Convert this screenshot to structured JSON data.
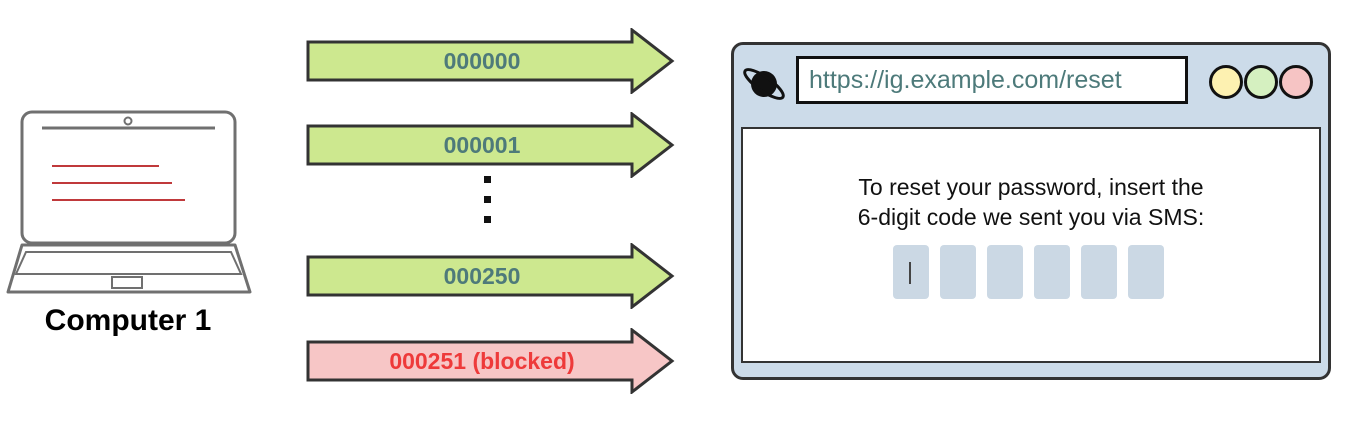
{
  "computer": {
    "label": "Computer 1"
  },
  "attempts": [
    {
      "code": "000000",
      "status": "allowed"
    },
    {
      "code": "000001",
      "status": "allowed"
    },
    {
      "code": "000250",
      "status": "allowed"
    },
    {
      "code": "000251 (blocked)",
      "status": "blocked"
    }
  ],
  "colors": {
    "allowed_fill": "#cde88f",
    "allowed_text": "#4e7a7a",
    "blocked_fill": "#f7c6c6",
    "blocked_text": "#ee3a3a",
    "browser_chrome": "#ccdbe9",
    "btn_yellow": "#fdf1b1",
    "btn_green": "#d5f0c0",
    "btn_red": "#f6c4c4",
    "laptop_lines": "#c0393b"
  },
  "browser": {
    "url": "https://ig.example.com/reset",
    "prompt_line1": "To reset your password, insert the",
    "prompt_line2": "6-digit code we sent you via SMS:",
    "code_length": 6
  }
}
